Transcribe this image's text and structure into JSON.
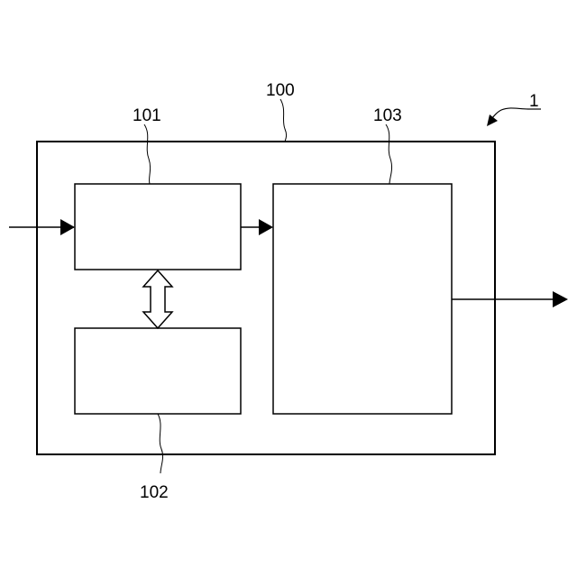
{
  "figure": {
    "device_label": "1",
    "outer_box_label": "100",
    "block_a_label": "101",
    "block_b_label": "102",
    "block_c_label": "103"
  },
  "colors": {
    "stroke": "#000000",
    "background": "#ffffff"
  }
}
